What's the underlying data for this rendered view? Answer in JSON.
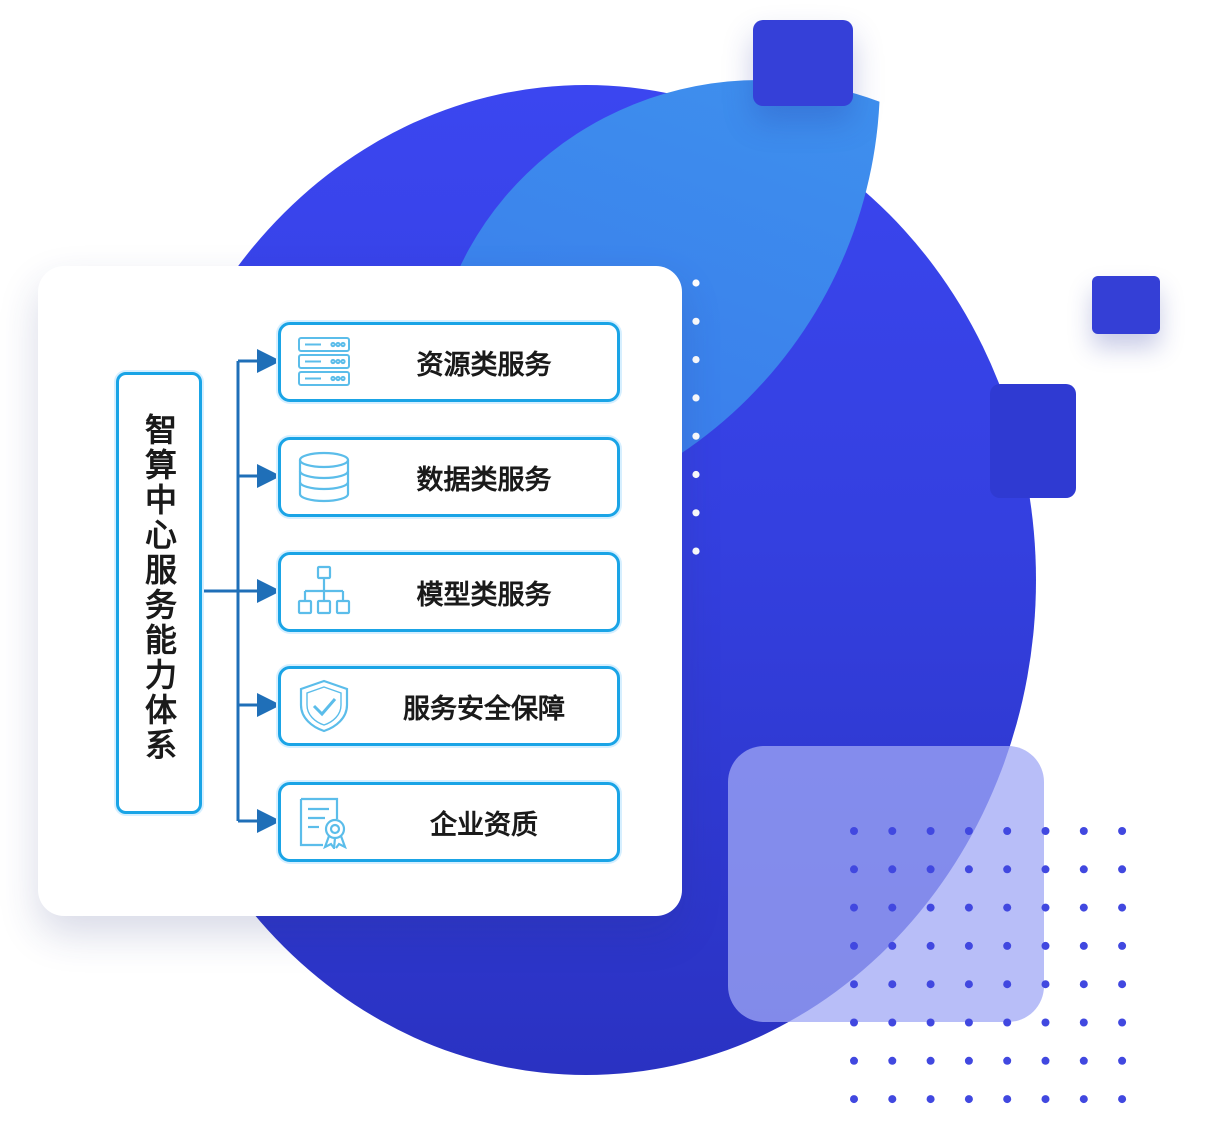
{
  "diagram": {
    "root": {
      "label": "智算中心服务能力体系"
    },
    "children": [
      {
        "label": "资源类服务",
        "icon": "server-rack-icon"
      },
      {
        "label": "数据类服务",
        "icon": "database-icon"
      },
      {
        "label": "模型类服务",
        "icon": "hierarchy-icon"
      },
      {
        "label": "服务安全保障",
        "icon": "shield-check-icon"
      },
      {
        "label": "企业资质",
        "icon": "certificate-icon"
      }
    ]
  },
  "colors": {
    "node_border": "#1aa4e6",
    "connector": "#1f6fb8",
    "icon_stroke": "#5bbdea",
    "dot": "#4148e0"
  }
}
